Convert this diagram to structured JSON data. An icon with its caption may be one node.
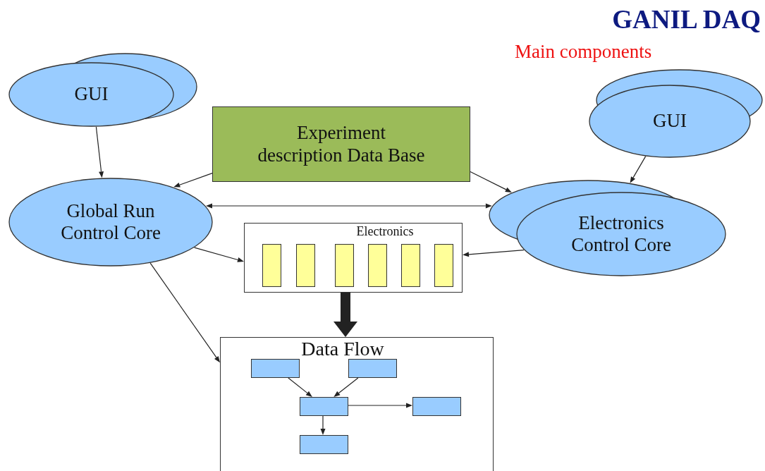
{
  "diagram": {
    "title": "GANIL DAQ",
    "nodes": [
      {
        "text": [
          "GUI"
        ]
      },
      {
        "text": [
          "GUI"
        ]
      },
      {
        "text": [
          "Experiment description Data Base"
        ]
      },
      {
        "text": [
          "Global Run Control Core"
        ]
      },
      {
        "text": [
          "Electronics Control Core"
        ]
      },
      {
        "text": [
          "Electronics"
        ]
      },
      {
        "text": [],
        "shape": "bar",
        "in": 5
      },
      {
        "text": [],
        "shape": "bar",
        "in": 5
      },
      {
        "text": [],
        "shape": "bar",
        "in": 5
      },
      {
        "text": [],
        "shape": "bar",
        "in": 5
      },
      {
        "text": [],
        "shape": "bar",
        "in": 5
      },
      {
        "text": [],
        "shape": "bar",
        "in": 5
      },
      {
        "text": [
          "Data Flow"
        ]
      },
      {
        "text": [],
        "shape": "box",
        "in": 12
      },
      {
        "text": [],
        "shape": "box",
        "in": 12
      },
      {
        "text": [],
        "shape": "box",
        "in": 12
      },
      {
        "text": [],
        "shape": "box",
        "in": 12
      },
      {
        "text": [],
        "shape": "box",
        "in": 12
      }
    ],
    "edges": [
      {
        "from": 0,
        "to": 3,
        "arrow": "to"
      },
      {
        "from": 1,
        "to": 4,
        "arrow": "to"
      },
      {
        "from": 2,
        "to": 3,
        "arrow": "to"
      },
      {
        "from": 2,
        "to": 4,
        "arrow": "to"
      },
      {
        "from": 3,
        "to": 4,
        "arrow": "both"
      },
      {
        "from": 3,
        "to": 5,
        "arrow": "to"
      },
      {
        "from": 4,
        "to": 5,
        "arrow": "to"
      },
      {
        "from": 5,
        "to": 12,
        "arrow": "to",
        "style": "thick"
      },
      {
        "from": 3,
        "to": 12,
        "arrow": "to"
      },
      {
        "from": 13,
        "to": 15,
        "arrow": "to"
      },
      {
        "from": 14,
        "to": 15,
        "arrow": "to"
      },
      {
        "from": 15,
        "to": 16,
        "arrow": "to"
      },
      {
        "from": 15,
        "to": 17,
        "arrow": "to"
      }
    ],
    "labels": [
      "Main components"
    ]
  }
}
